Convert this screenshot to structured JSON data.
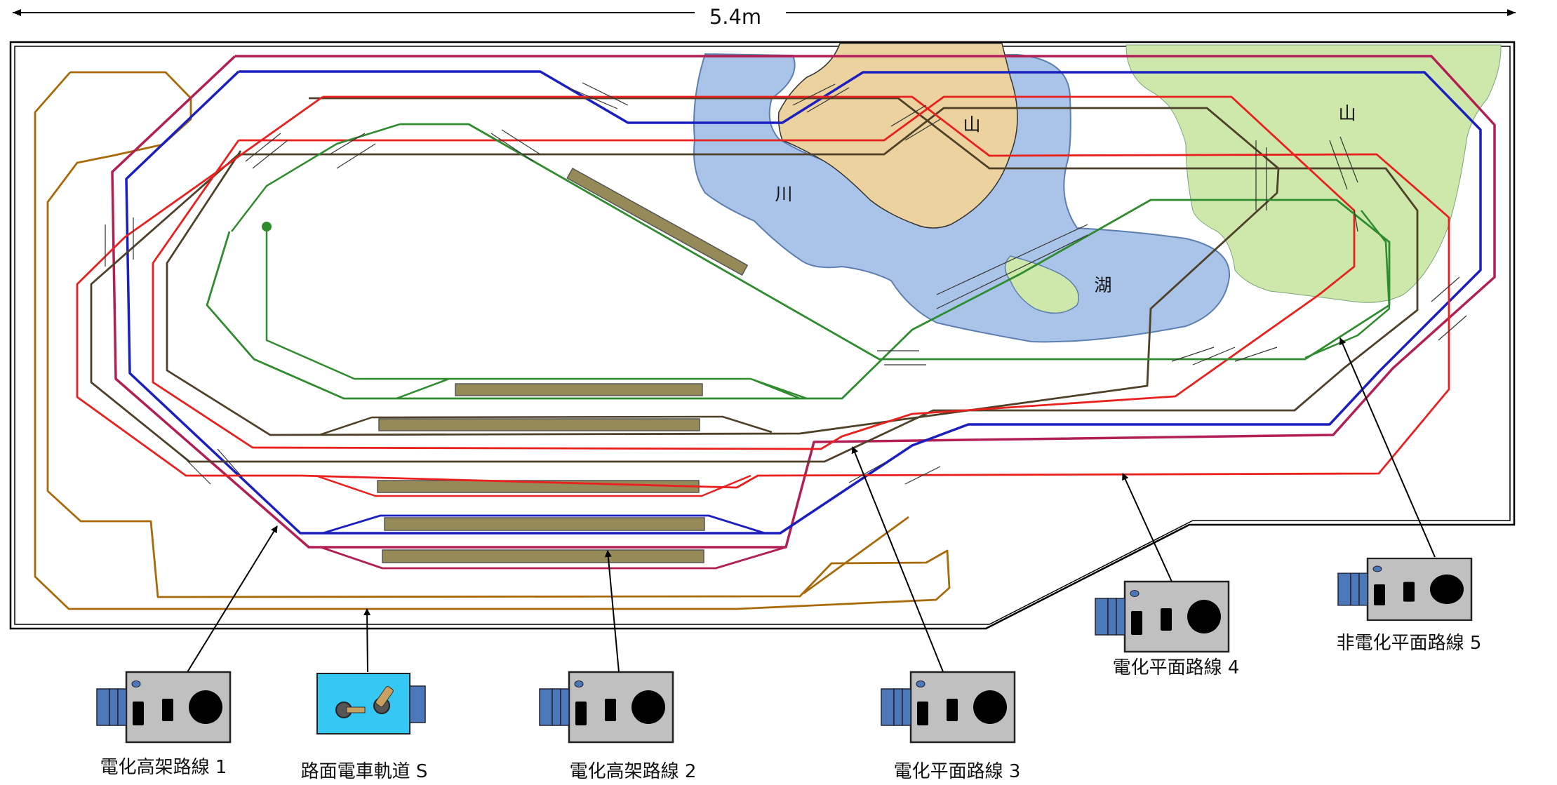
{
  "dimension_label": "5.4m",
  "regions": {
    "river": "川",
    "lake": "湖",
    "mountain_left": "山",
    "mountain_right": "山"
  },
  "controllers": {
    "c1": "電化高架路線 1",
    "c_s": "路面電車軌道 S",
    "c2": "電化高架路線 2",
    "c3": "電化平面路線 3",
    "c4": "電化平面路線 4",
    "c5": "非電化平面路線 5"
  },
  "colors": {
    "line1": "#b21f55",
    "line2": "#1a1fc0",
    "line3": "#4f4129",
    "line4": "#e8201e",
    "line5": "#2e8b2e",
    "tram": "#a86a08",
    "water": "#a9c4e8",
    "water_edge": "#5d7fb0",
    "mountain_left": "#ebd29e",
    "mountain_right": "#cde8aa",
    "platform": "#958a58",
    "controller_body": "#c0c0c0",
    "tram_controller": "#35c8f5",
    "controller_plug": "#4a78b8"
  }
}
